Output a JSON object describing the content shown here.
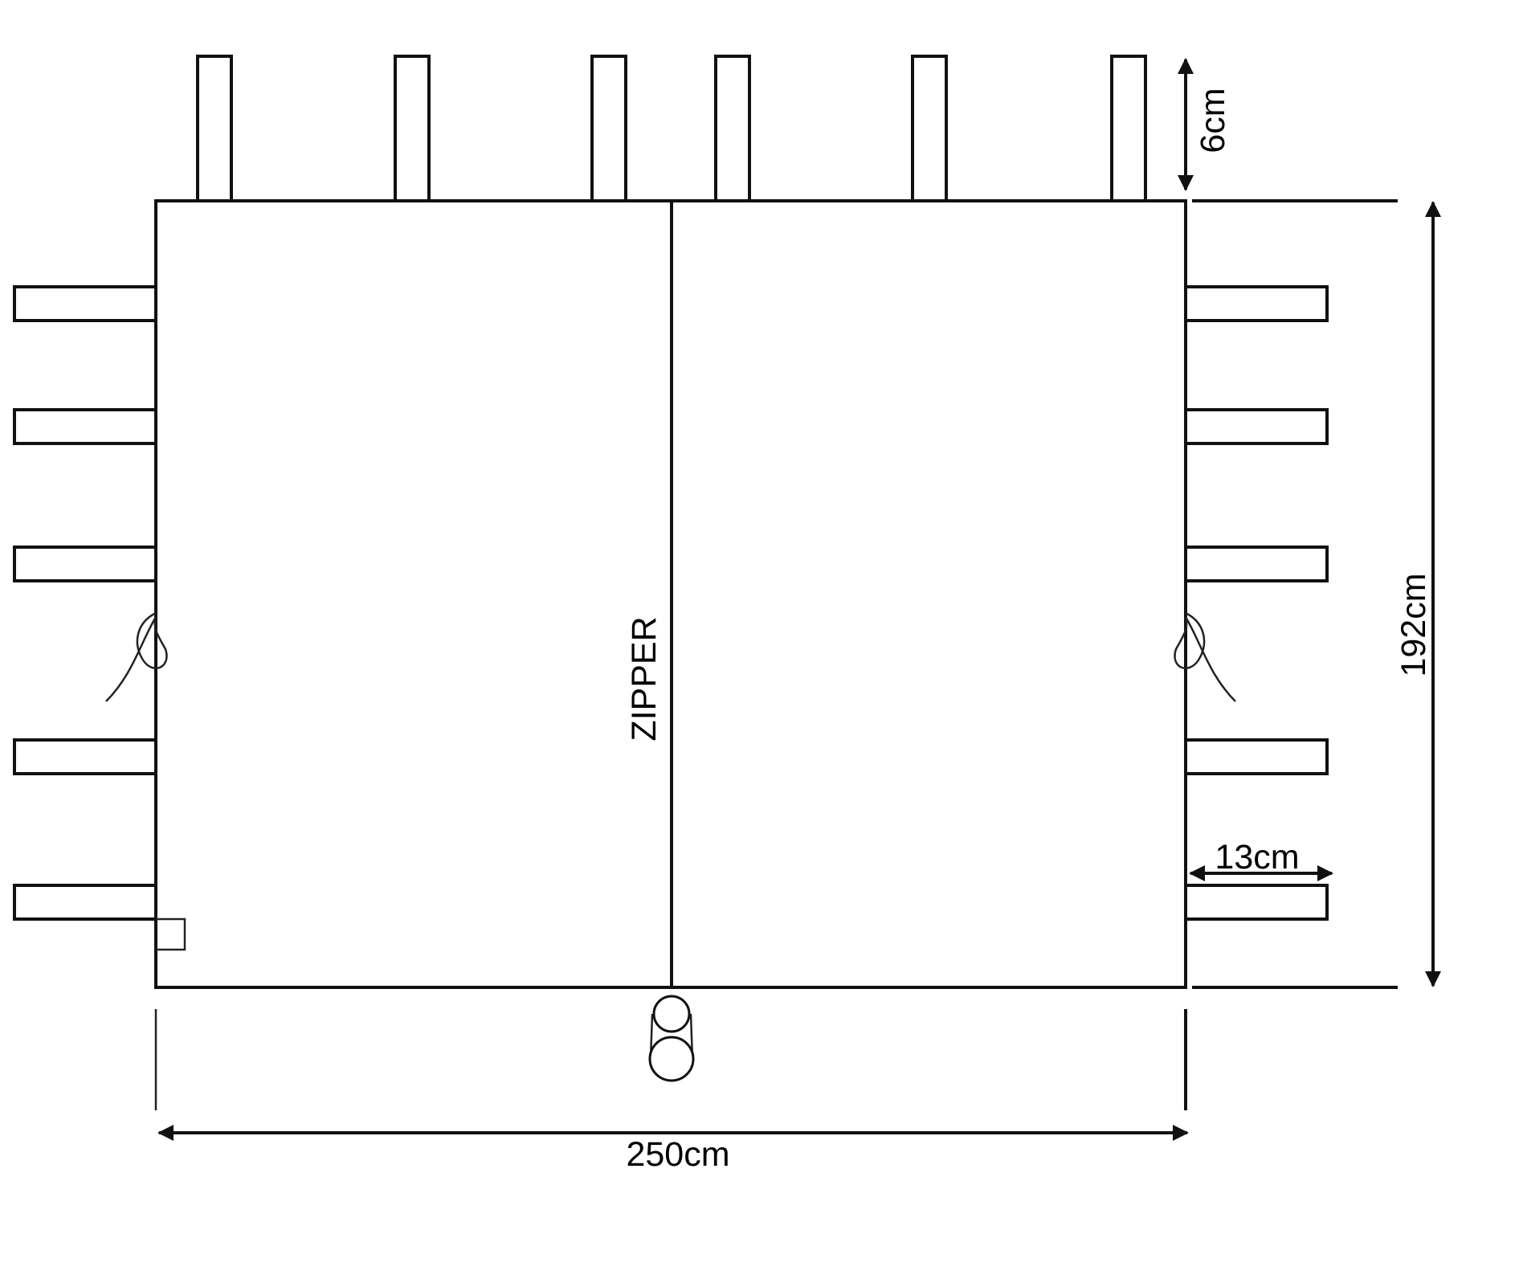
{
  "labels": {
    "zipper": "ZIPPER",
    "loop_height": "6cm",
    "side_loop_width": "13cm",
    "panel_height": "192cm",
    "panel_width": "250cm"
  },
  "colors": {
    "line": "#111111",
    "background": "#ffffff"
  }
}
